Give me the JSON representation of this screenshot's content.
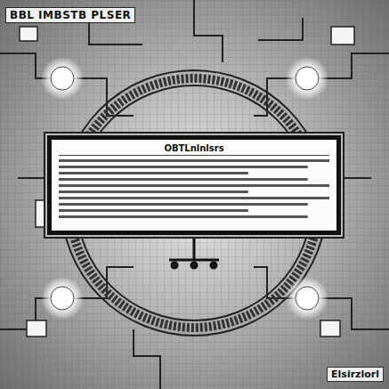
{
  "diagram": {
    "title": "BBL IMBSTB PLSER",
    "nodes": [
      {
        "text": [
          "OBTLnlnlsrs"
        ]
      }
    ],
    "labels": [
      "Elsirzlorl"
    ]
  }
}
